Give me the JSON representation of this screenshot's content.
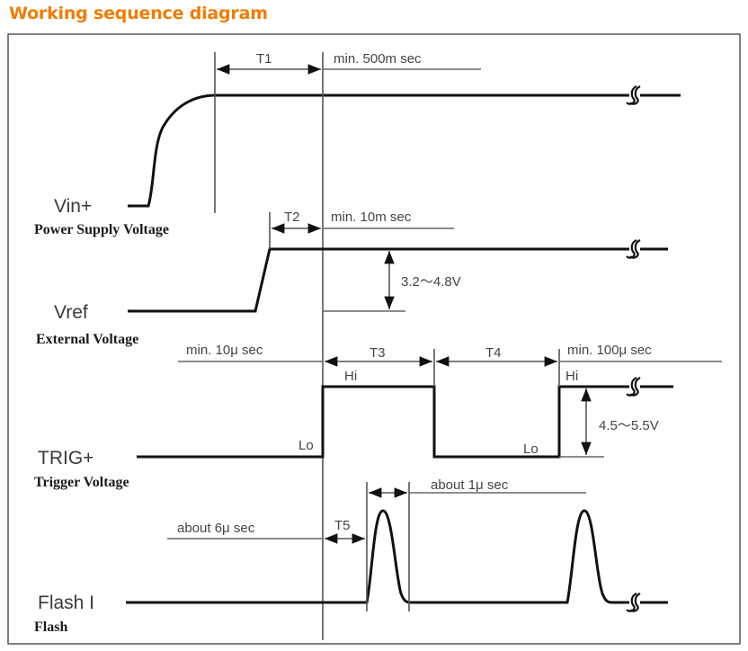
{
  "title": "Working sequence diagram",
  "colors": {
    "title": "#f07d00",
    "wave": "#111111",
    "guide": "#555555",
    "frame": "#555555"
  },
  "signals": {
    "vin": {
      "name": "Vin+",
      "caption": "Power Supply Voltage"
    },
    "vref": {
      "name": "Vref",
      "caption": "External Voltage",
      "level_range": "3.2〜4.8V"
    },
    "trig": {
      "name": "TRIG+",
      "caption": "Trigger Voltage",
      "level_range": "4.5〜5.5V",
      "hi_label": "Hi",
      "lo_label": "Lo"
    },
    "flash": {
      "name": "Flash I",
      "caption": "Flash"
    }
  },
  "timings": {
    "t1": {
      "label": "T1",
      "spec": "min. 500m sec"
    },
    "t2": {
      "label": "T2",
      "spec": "min. 10m sec"
    },
    "t3": {
      "label": "T3",
      "pre_spec": "min. 10μ  sec"
    },
    "t4": {
      "label": "T4",
      "spec": "min. 100μ  sec"
    },
    "t5": {
      "label": "T5",
      "spec": "about 6μ  sec"
    },
    "pulse": {
      "spec": "about 1μ  sec"
    }
  }
}
